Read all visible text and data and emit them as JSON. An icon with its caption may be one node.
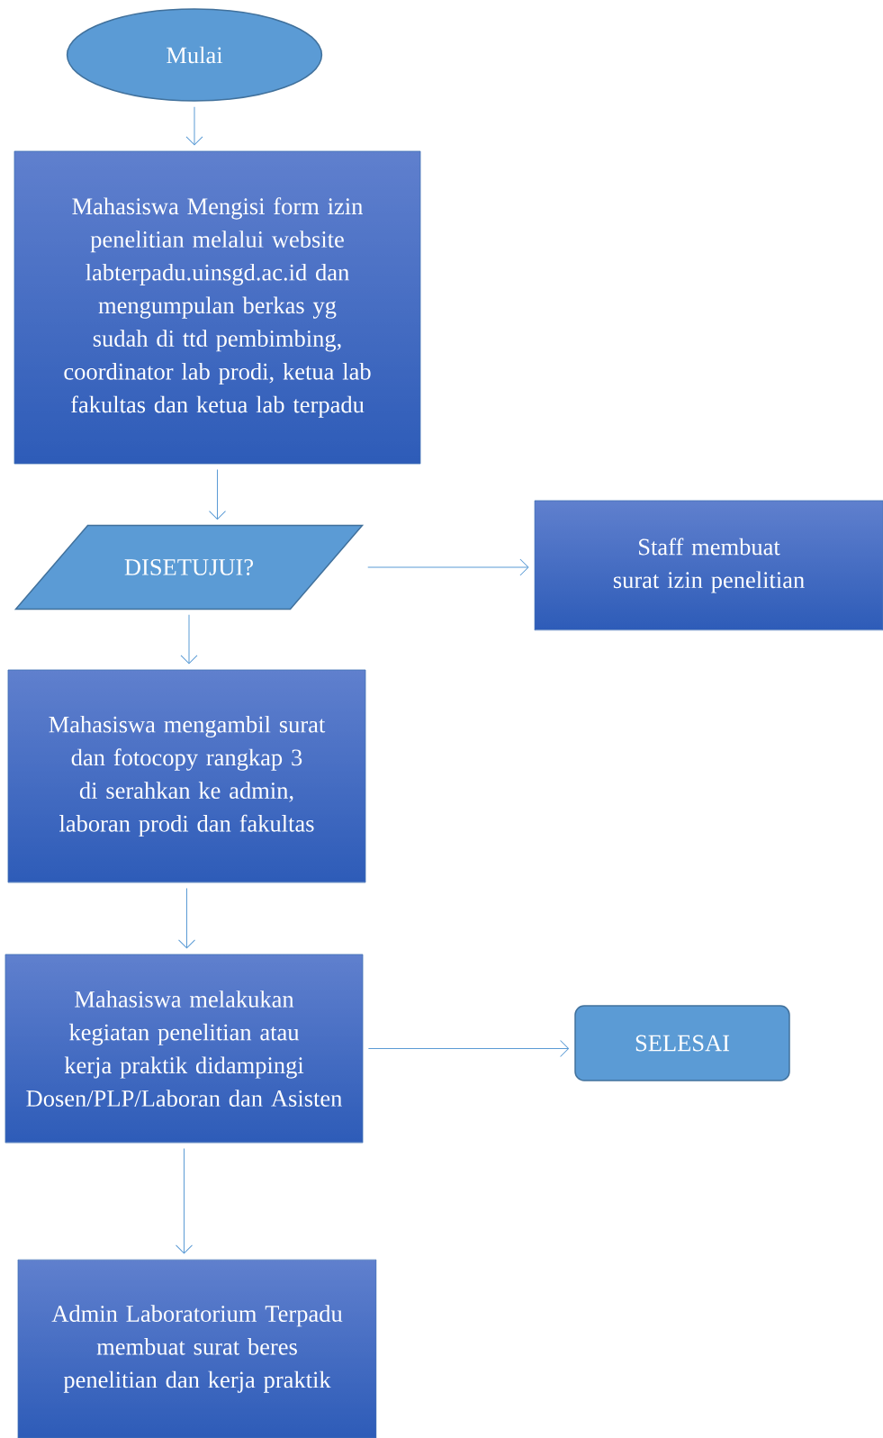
{
  "diagram": {
    "nodes": [
      {
        "text": [
          "Mulai"
        ]
      },
      {
        "text": [
          "Mahasiswa Mengisi form izin penelitian melalui website labterpadu.uinsgd.ac.id dan mengumpulan berkas yg sudah di ttd pembimbing, coordinator lab prodi, ketua lab fakultas dan ketua lab terpadu"
        ]
      },
      {
        "text": [
          "DISETUJUI?"
        ]
      },
      {
        "text": [
          "Staff membuat surat izin penelitian"
        ]
      },
      {
        "text": [
          "Mahasiswa mengambil surat dan fotocopy rangkap 3 di serahkan ke admin, laboran prodi dan fakultas"
        ]
      },
      {
        "text": [
          "Mahasiswa melakukan kegiatan penelitian atau kerja praktik didampingi Dosen/PLP/Laboran dan Asisten"
        ]
      },
      {
        "text": [
          "SELESAI"
        ]
      },
      {
        "text": [
          "Admin Laboratorium Terpadu membuat surat beres penelitian dan kerja praktik"
        ]
      }
    ],
    "edges": [
      {
        "from": 0,
        "to": 1,
        "arrow": "to"
      },
      {
        "from": 1,
        "to": 2,
        "arrow": "to"
      },
      {
        "from": 2,
        "to": 3,
        "arrow": "to"
      },
      {
        "from": 2,
        "to": 4,
        "arrow": "to"
      },
      {
        "from": 4,
        "to": 5,
        "arrow": "to"
      },
      {
        "from": 5,
        "to": 6,
        "arrow": "to"
      },
      {
        "from": 5,
        "to": 7,
        "arrow": "to"
      }
    ]
  }
}
